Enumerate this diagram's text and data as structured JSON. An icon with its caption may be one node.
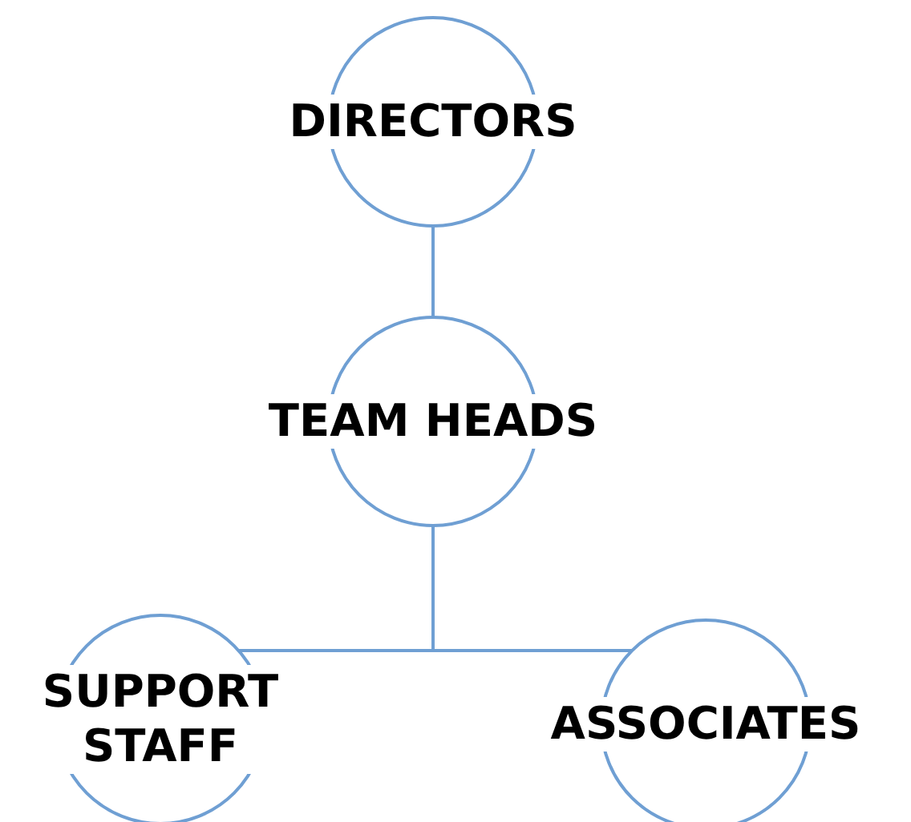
{
  "diagram": {
    "nodes": [
      {
        "text": [
          "DIRECTORS"
        ]
      },
      {
        "text": [
          "TEAM HEADS"
        ]
      },
      {
        "text": [
          "SUPPORT STAFF"
        ]
      },
      {
        "text": [
          "ASSOCIATES"
        ]
      }
    ],
    "edges": [
      {
        "from": 0,
        "to": 1,
        "arrow": "none"
      },
      {
        "from": 1,
        "to": 2,
        "arrow": "none"
      },
      {
        "from": 1,
        "to": 3,
        "arrow": "none"
      }
    ]
  }
}
